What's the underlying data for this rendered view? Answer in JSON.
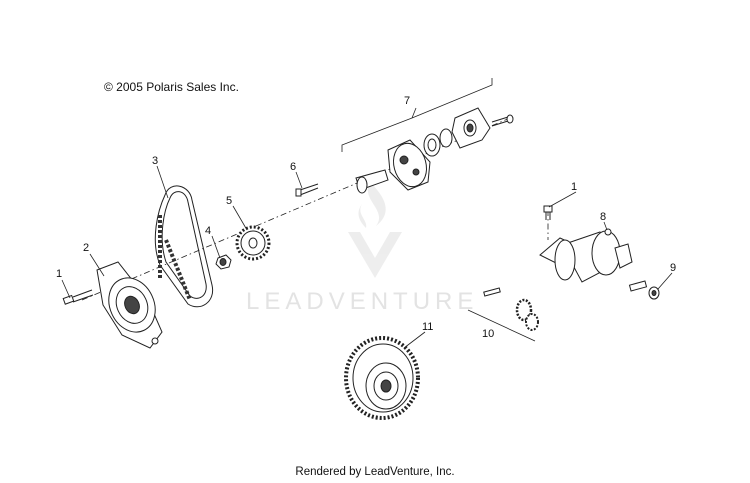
{
  "copyright": "© 2005 Polaris Sales Inc.",
  "watermark": "LEADVENTURE",
  "footer": "Rendered by LeadVenture, Inc.",
  "callouts": {
    "c1a": "1",
    "c1b": "1",
    "c2": "2",
    "c3": "3",
    "c4": "4",
    "c5": "5",
    "c6": "6",
    "c7": "7",
    "c8": "8",
    "c9": "9",
    "c10": "10",
    "c11": "11"
  }
}
